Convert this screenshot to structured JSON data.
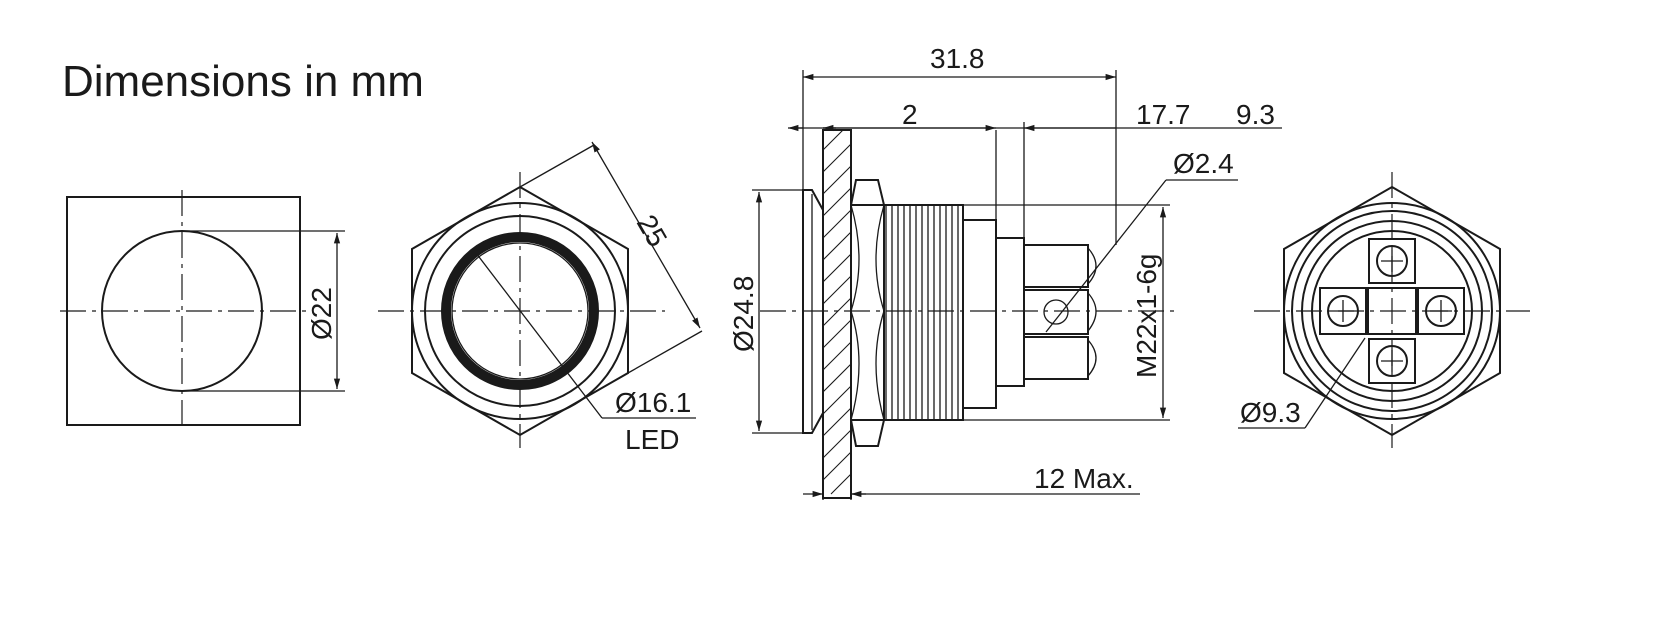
{
  "title": "Dimensions in mm",
  "views": {
    "square_view": {
      "diameter_label": "Ø22"
    },
    "front_view": {
      "across_flats_label": "25",
      "led_diameter_label": "Ø16.1",
      "led_label": "LED"
    },
    "side_view": {
      "overall_length_label": "31.8",
      "bezel_label": "2",
      "body_length_label": "17.7",
      "terminal_length_label": "9.3",
      "pin_hole_label": "Ø2.4",
      "bezel_diameter_label": "Ø24.8",
      "thread_label": "M22x1-6g",
      "panel_thickness_label": "12 Max."
    },
    "rear_view": {
      "center_diameter_label": "Ø9.3"
    }
  },
  "colors": {
    "line": "#1a1a1a",
    "background": "#ffffff"
  }
}
